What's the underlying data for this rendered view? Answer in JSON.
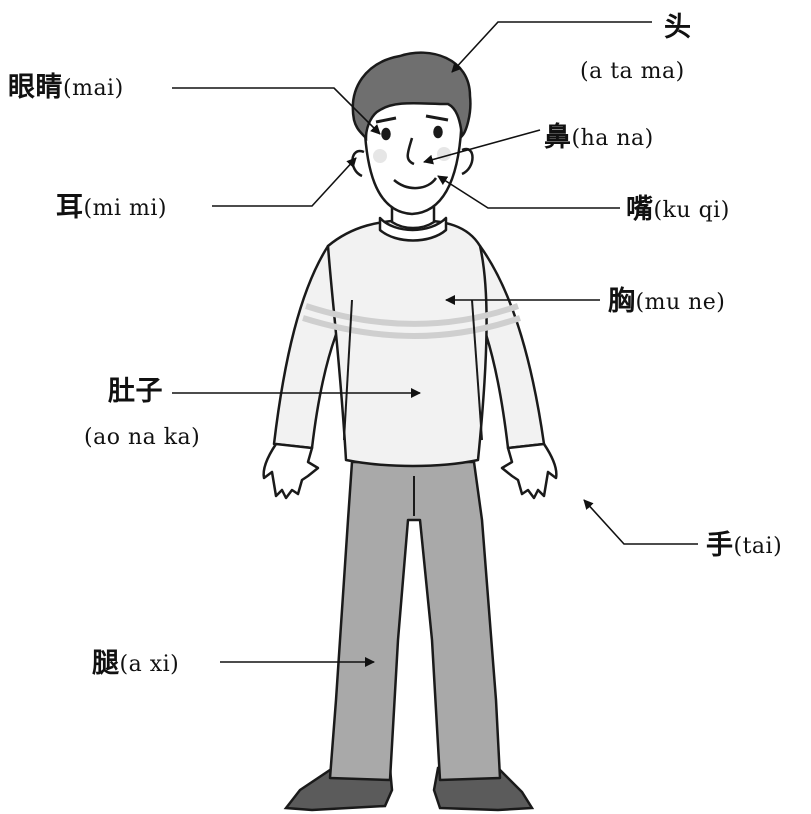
{
  "labels": {
    "head": {
      "zh": "头",
      "romaji": "(a ta ma)"
    },
    "eye": {
      "zh": "眼睛",
      "romaji": "(mai)"
    },
    "nose": {
      "zh": "鼻",
      "romaji": "(ha na)"
    },
    "ear": {
      "zh": "耳",
      "romaji": "(mi mi)"
    },
    "mouth": {
      "zh": "嘴",
      "romaji": "(ku qi)"
    },
    "chest": {
      "zh": "胸",
      "romaji": "(mu ne)"
    },
    "stomach": {
      "zh": "肚子",
      "romaji": "(ao na ka)"
    },
    "hand": {
      "zh": "手",
      "romaji": "(tai)"
    },
    "leg": {
      "zh": "腿",
      "romaji": "(a xi)"
    }
  },
  "colors": {
    "hair": "#6f6f6f",
    "skin": "#ffffff",
    "sweater": "#f2f2f2",
    "stripe": "#cfcfcf",
    "pants": "#a9a9a9",
    "shoes": "#5b5b5b",
    "outline": "#1a1a1a",
    "cheek": "#e6e6e6"
  }
}
